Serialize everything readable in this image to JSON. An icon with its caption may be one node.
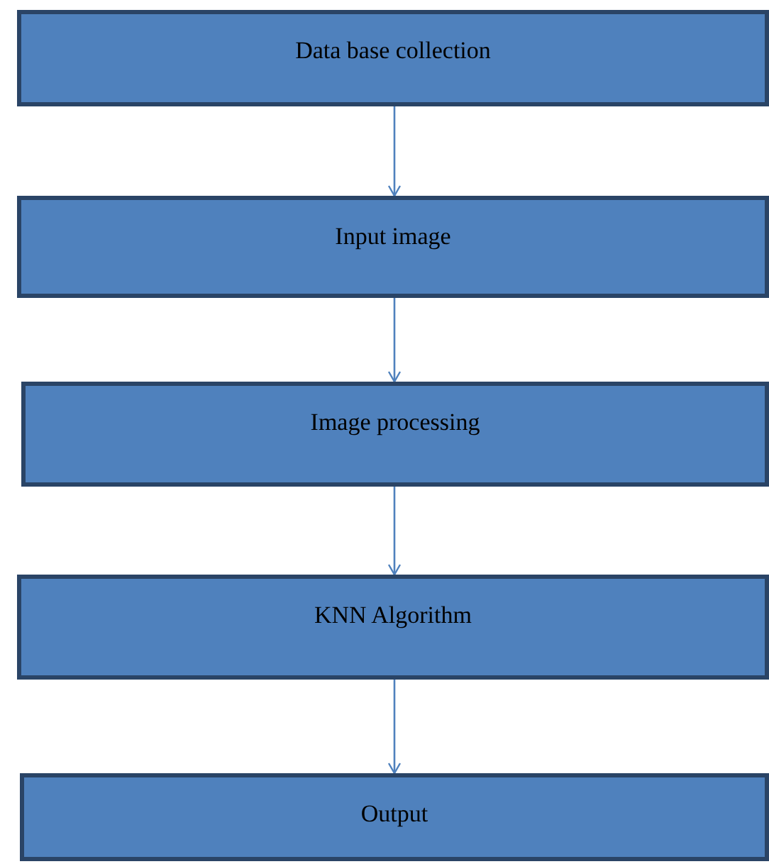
{
  "diagram": {
    "nodes": [
      {
        "text": [
          "Data base collection"
        ]
      },
      {
        "text": [
          "Input image"
        ]
      },
      {
        "text": [
          "Image processing"
        ]
      },
      {
        "text": [
          "KNN Algorithm"
        ]
      },
      {
        "text": [
          "Output"
        ]
      }
    ],
    "edges": [
      {
        "from": 0,
        "to": 1,
        "arrow": "to"
      },
      {
        "from": 1,
        "to": 2,
        "arrow": "to"
      },
      {
        "from": 2,
        "to": 3,
        "arrow": "to"
      },
      {
        "from": 3,
        "to": 4,
        "arrow": "to"
      }
    ]
  }
}
